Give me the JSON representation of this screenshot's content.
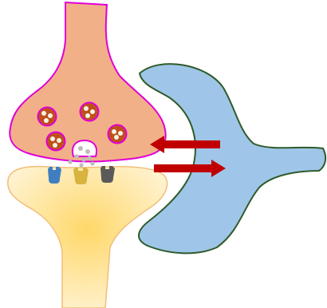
{
  "diagram": {
    "colors": {
      "presynaptic_fill": "#F2B088",
      "presynaptic_stroke": "#E000D6",
      "postsynaptic_fill_center": "#FFD86A",
      "postsynaptic_fill_edge": "#FFF2D0",
      "postsynaptic_stroke": "#F2C07C",
      "glial_fill": "#9FC6E8",
      "glial_stroke": "#2F5A2A",
      "vesicle_fill": "#C0501A",
      "vesicle_stroke": "#E000D6",
      "vesicle_dot": "#F3F3E6",
      "neurotransmitter": "#BDBDBD",
      "arrow": "#C00000"
    },
    "receptors": [
      {
        "name": "receptor-blue",
        "color": "#3F7FC0"
      },
      {
        "name": "receptor-yellow",
        "color": "#D8B33E"
      },
      {
        "name": "receptor-gray",
        "color": "#5A5A5A"
      }
    ],
    "icons": {
      "arrow_left": "arrow-left-icon",
      "arrow_right": "arrow-right-icon"
    }
  }
}
